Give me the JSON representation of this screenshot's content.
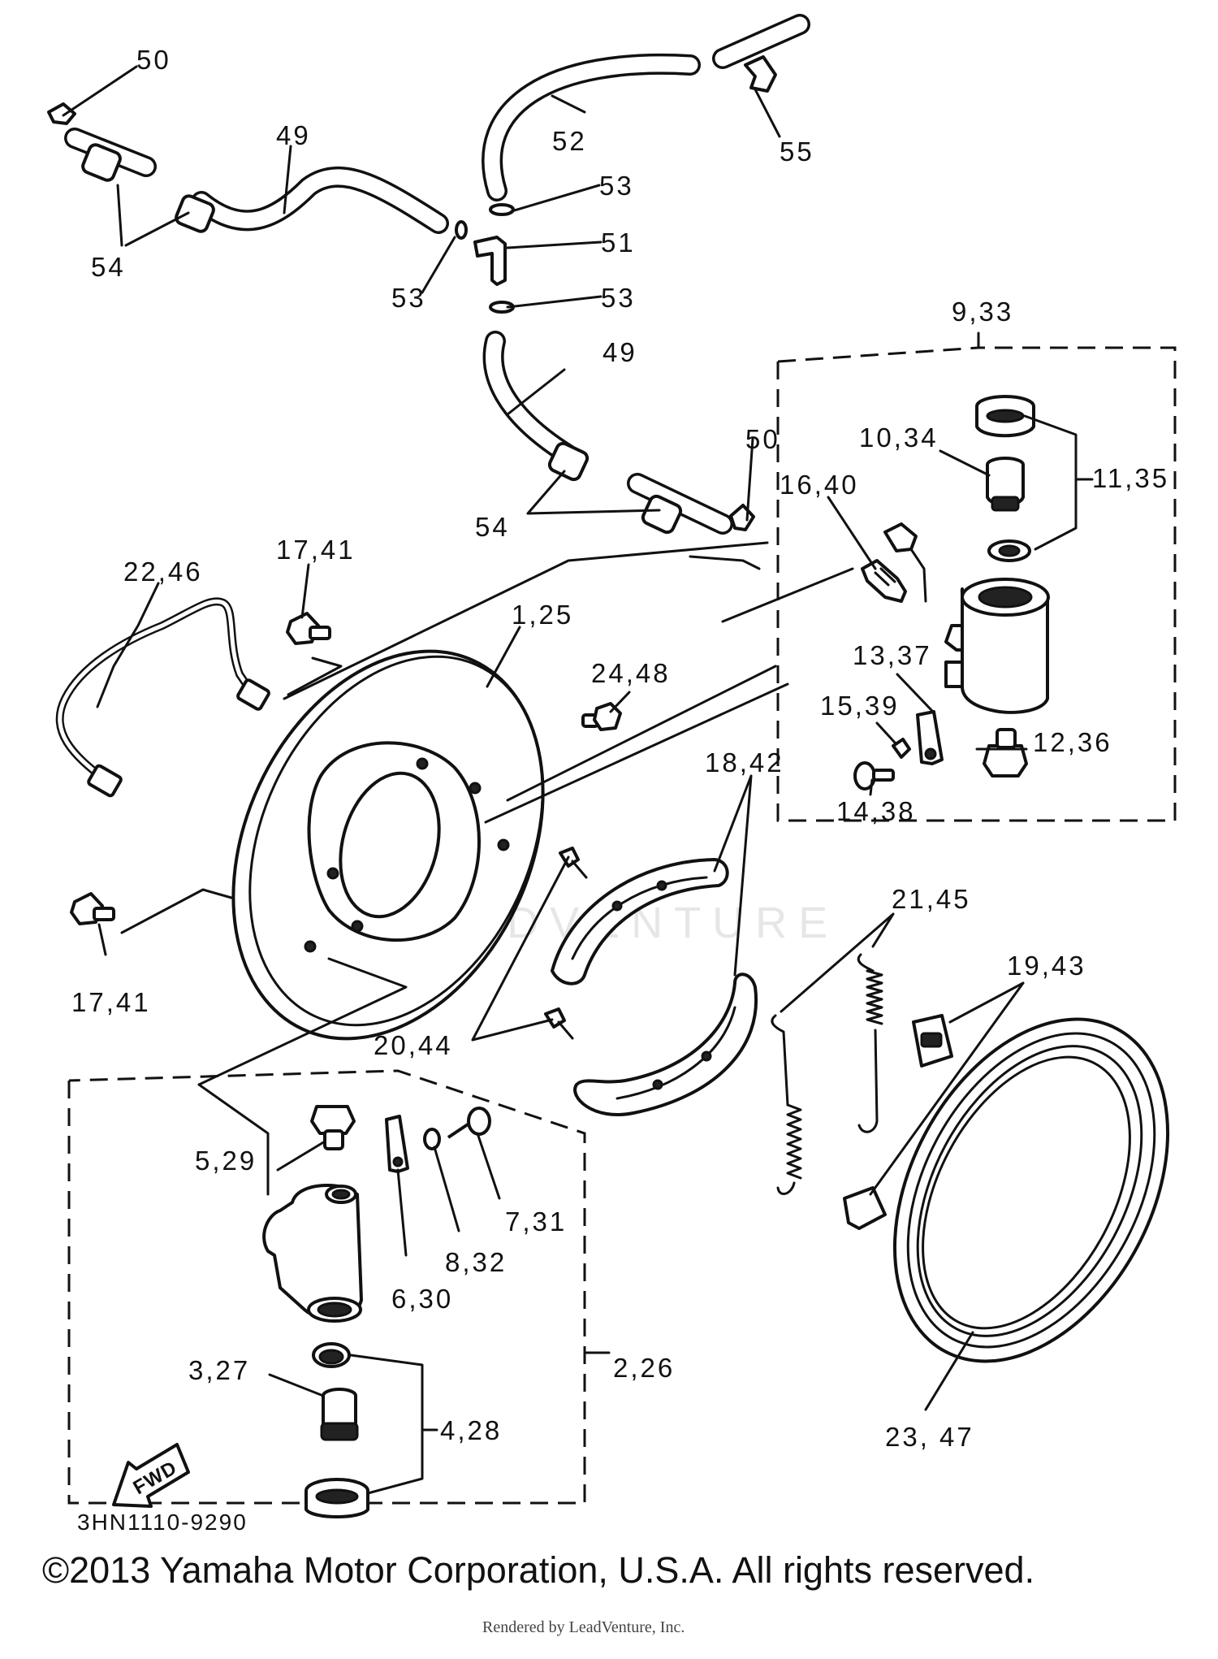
{
  "callouts": [
    {
      "id": "c50a",
      "text": "50"
    },
    {
      "id": "c49a",
      "text": "49"
    },
    {
      "id": "c52",
      "text": "52"
    },
    {
      "id": "c55",
      "text": "55"
    },
    {
      "id": "c53a",
      "text": "53"
    },
    {
      "id": "c51",
      "text": "51"
    },
    {
      "id": "c54a",
      "text": "54"
    },
    {
      "id": "c53b",
      "text": "53"
    },
    {
      "id": "c53c",
      "text": "53"
    },
    {
      "id": "c9",
      "text": "9,33"
    },
    {
      "id": "c49b",
      "text": "49"
    },
    {
      "id": "c10",
      "text": "10,34"
    },
    {
      "id": "c11",
      "text": "11,35"
    },
    {
      "id": "c50b",
      "text": "50"
    },
    {
      "id": "c16",
      "text": "16,40"
    },
    {
      "id": "c54b",
      "text": "54"
    },
    {
      "id": "c17a",
      "text": "17,41"
    },
    {
      "id": "c22",
      "text": "22,46"
    },
    {
      "id": "c1",
      "text": "1,25"
    },
    {
      "id": "c24",
      "text": "24,48"
    },
    {
      "id": "c13",
      "text": "13,37"
    },
    {
      "id": "c15",
      "text": "15,39"
    },
    {
      "id": "c12",
      "text": "12,36"
    },
    {
      "id": "c18",
      "text": "18,42"
    },
    {
      "id": "c14",
      "text": "14,38"
    },
    {
      "id": "c21",
      "text": "21,45"
    },
    {
      "id": "c19",
      "text": "19,43"
    },
    {
      "id": "c17b",
      "text": "17,41"
    },
    {
      "id": "c20",
      "text": "20,44"
    },
    {
      "id": "c5",
      "text": "5,29"
    },
    {
      "id": "c7",
      "text": "7,31"
    },
    {
      "id": "c8",
      "text": "8,32"
    },
    {
      "id": "c6",
      "text": "6,30"
    },
    {
      "id": "c2",
      "text": "2,26"
    },
    {
      "id": "c3",
      "text": "3,27"
    },
    {
      "id": "c4",
      "text": "4,28"
    },
    {
      "id": "c23",
      "text": "23, 47"
    }
  ],
  "fwd_label": "FWD",
  "drawing_number": "3HN1110-9290",
  "copyright": "©2013 Yamaha Motor Corporation, U.S.A. All rights reserved.",
  "render_credit": "Rendered by LeadVenture, Inc.",
  "watermark": "LEADVENTURE"
}
